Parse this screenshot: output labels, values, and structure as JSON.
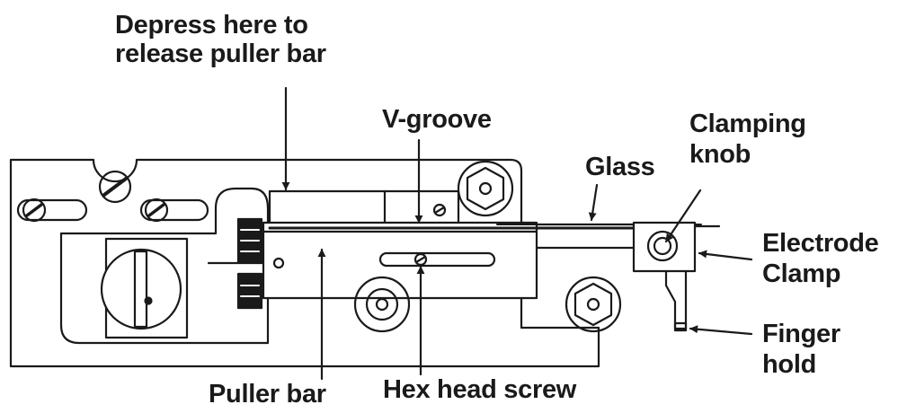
{
  "labels": {
    "depress_line1": "Depress here to",
    "depress_line2": "release puller bar",
    "v_groove": "V-groove",
    "clamping_line1": "Clamping",
    "clamping_line2": "knob",
    "glass": "Glass",
    "electrode_line1": "Electrode",
    "electrode_line2": "Clamp",
    "finger_line1": "Finger",
    "finger_line2": "hold",
    "puller_bar": "Puller bar",
    "hex_head_screw": "Hex head screw"
  },
  "colors": {
    "ink": "#1a1a1a",
    "background": "#ffffff"
  }
}
